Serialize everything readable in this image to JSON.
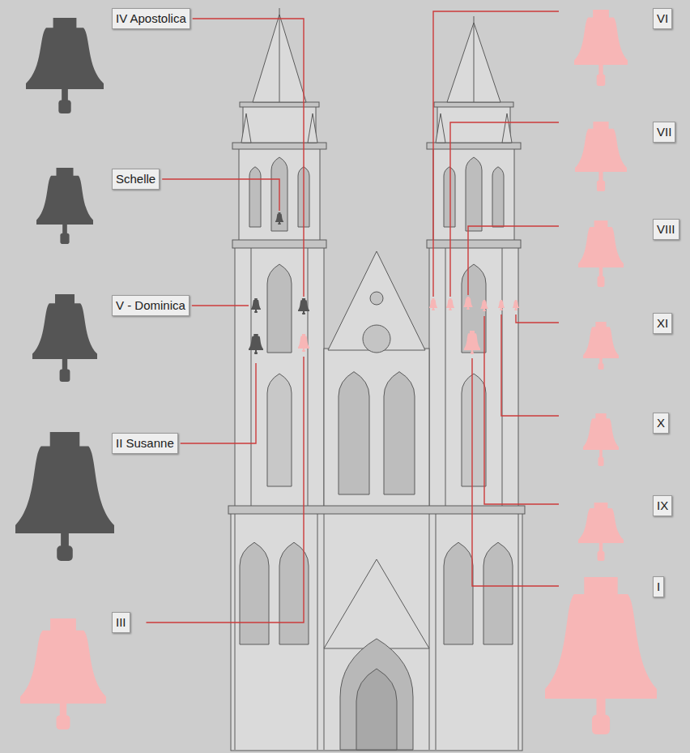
{
  "diagram": {
    "nodes": [
      {
        "text": [
          "IV Apostolica"
        ]
      },
      {
        "text": [
          "Schelle"
        ]
      },
      {
        "text": [
          "V - Dominica"
        ]
      },
      {
        "text": [
          "II Susanne"
        ]
      },
      {
        "text": [
          "III"
        ]
      },
      {
        "text": [
          "VI"
        ]
      },
      {
        "text": [
          "VII"
        ]
      },
      {
        "text": [
          "VIII"
        ]
      },
      {
        "text": [
          "XI"
        ]
      },
      {
        "text": [
          "X"
        ]
      },
      {
        "text": [
          "IX"
        ]
      },
      {
        "text": [
          "I"
        ]
      }
    ]
  }
}
